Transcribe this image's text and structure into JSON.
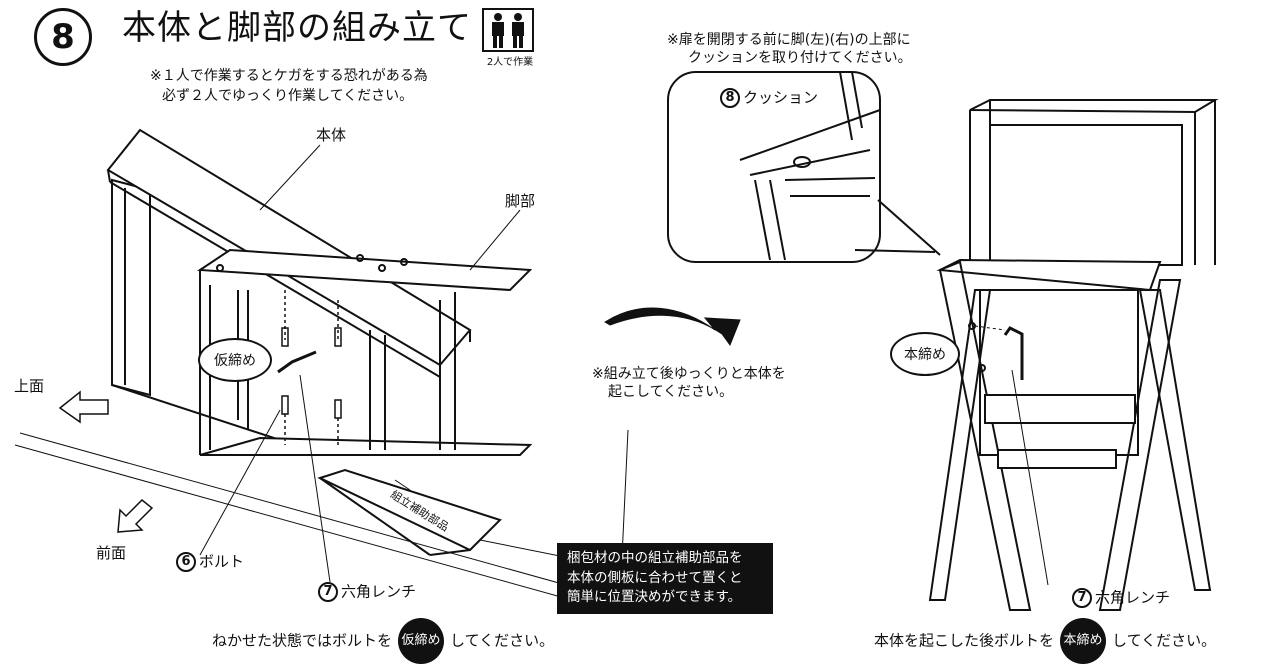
{
  "step": {
    "number": "8",
    "title": "本体と脚部の組み立て",
    "warning_line1": "※１人で作業するとケガをする恐れがある為",
    "warning_line2": "必ず２人でゆっくり作業してください。",
    "badge_caption": "2人で作業",
    "badge_icon": "two-persons-icon"
  },
  "left_figure": {
    "label_body": "本体",
    "label_leg": "脚部",
    "label_top": "上面",
    "label_front": "前面",
    "label_aux_part": "組立補助部品",
    "tighten_temp": "仮締め",
    "part6_num": "6",
    "part6_name": "ボルト",
    "part7_num": "7",
    "part7_name": "六角レンチ",
    "tip_line1": "梱包材の中の組立補助部品を",
    "tip_line2": "本体の側板に合わせて置くと",
    "tip_line3": "簡単に位置決めができます。"
  },
  "middle": {
    "after_line1": "※組み立て後ゆっくりと本体を",
    "after_line2": "起こしてください。"
  },
  "right_figure": {
    "note_line1": "※扉を開閉する前に脚(左)(右)の上部に",
    "note_line2": "クッションを取り付けてください。",
    "part8_num": "8",
    "part8_name": "クッション",
    "tighten_final": "本締め",
    "part7_num": "7",
    "part7_name": "六角レンチ"
  },
  "bottom": {
    "left_pre": "ねかせた状態ではボルトを",
    "left_pill": "仮締め",
    "left_post": "してください。",
    "right_pre": "本体を起こした後ボルトを",
    "right_pill": "本締め",
    "right_post": "してください。"
  }
}
